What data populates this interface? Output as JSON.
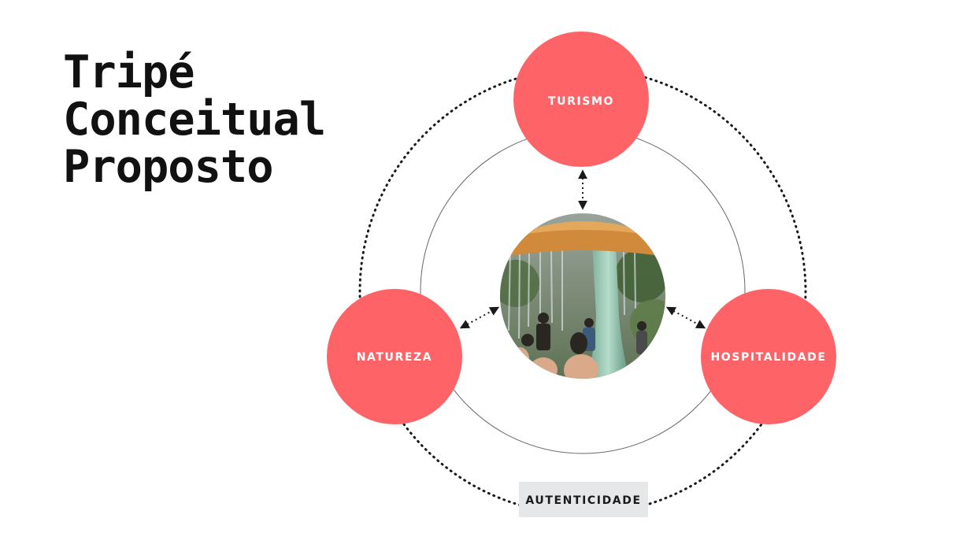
{
  "title": {
    "line1": "Tripé",
    "line2": "Conceitual",
    "line3": "Proposto"
  },
  "nodes": {
    "top": "TURISMO",
    "left": "NATUREZA",
    "right": "HOSPITALIDADE"
  },
  "outer_label": "AUTENTICIDADE",
  "center_image": "waterfall-fountain-photo",
  "colors": {
    "node": "#fd6367",
    "tag_background": "#e6e7e8",
    "ring": "#555555",
    "dots": "#1a1a1a"
  }
}
